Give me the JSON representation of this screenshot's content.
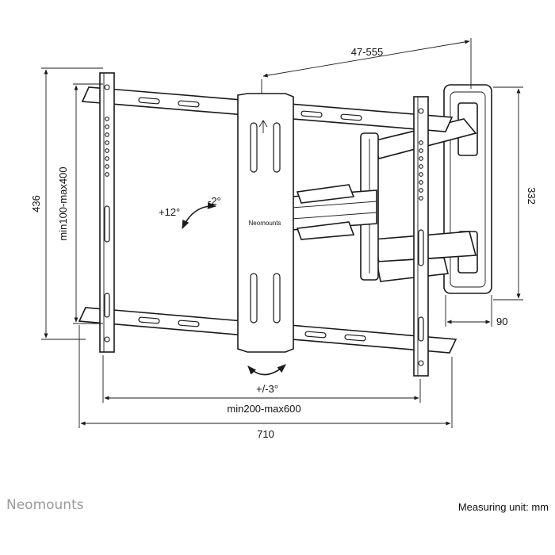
{
  "dimensions": {
    "arm_extension": "47-555",
    "total_height": "436",
    "vertical_vesa": "min100-max400",
    "arm_height": "332",
    "wall_depth": "90",
    "tilt_up": "+12°",
    "tilt_down": "-2°",
    "rotation": "+/-3°",
    "horizontal_vesa": "min200-max600",
    "total_width": "710"
  },
  "plate_brand": "Neomounts",
  "footer": {
    "brand": "Neomounts",
    "measuring_unit": "Measuring unit: mm"
  }
}
